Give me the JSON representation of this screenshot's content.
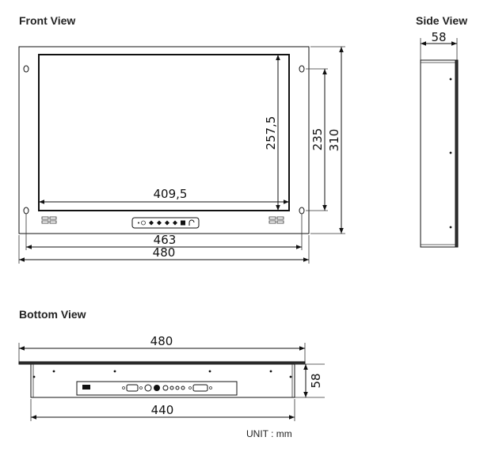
{
  "views": {
    "front": {
      "title": "Front View",
      "dims": {
        "screen_width": "409,5",
        "screen_height": "257,5",
        "hole_height": "235",
        "total_height": "310",
        "hole_width": "463",
        "total_width": "480"
      }
    },
    "side": {
      "title": "Side View",
      "dims": {
        "depth": "58"
      }
    },
    "bottom": {
      "title": "Bottom View",
      "dims": {
        "total_width": "480",
        "body_width": "440",
        "depth": "58"
      }
    }
  },
  "unit": "UNIT : mm"
}
